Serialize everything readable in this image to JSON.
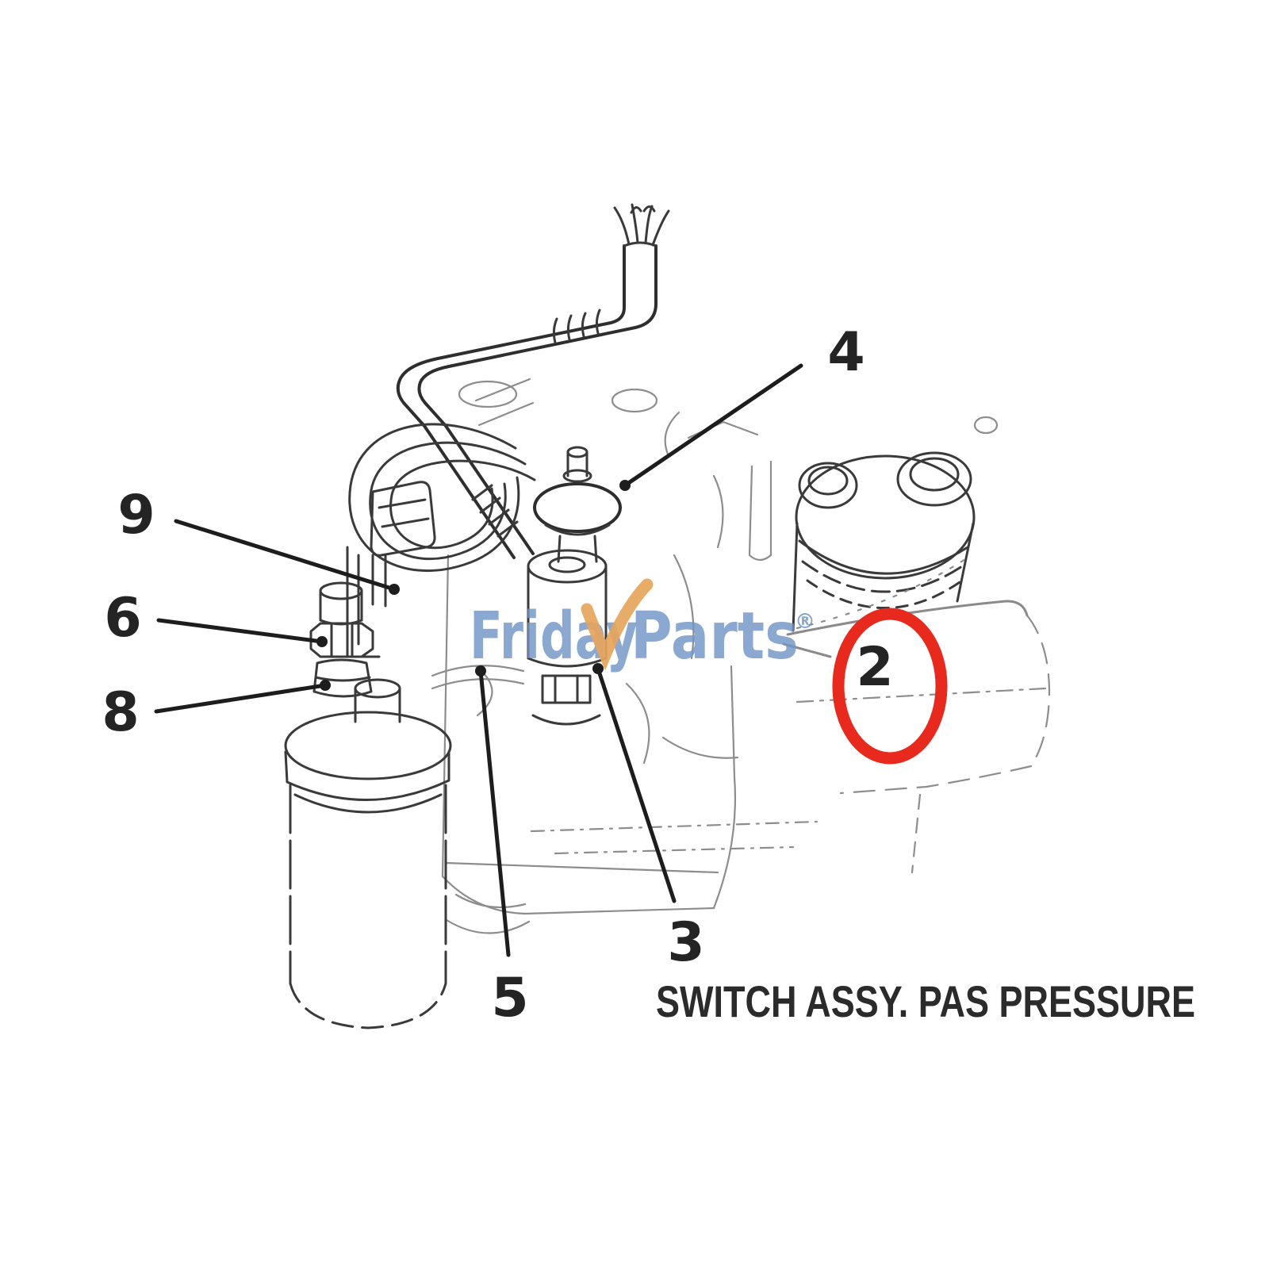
{
  "image": {
    "kind": "parts-diagram",
    "background": "#ffffff",
    "line_color": "#3a3a3a"
  },
  "caption": {
    "text": "SWITCH ASSY. PAS PRESSURE"
  },
  "watermark": {
    "word_1": "Friday",
    "word_2": "Parts",
    "registered": "®",
    "text_color": "#7296c7",
    "check_color": "#e6a55c"
  },
  "highlight": {
    "number": "2",
    "ring_color": "#e8291d"
  },
  "callouts": {
    "c9": "9",
    "c6": "6",
    "c8": "8",
    "c4": "4",
    "c3": "3",
    "c5": "5"
  }
}
